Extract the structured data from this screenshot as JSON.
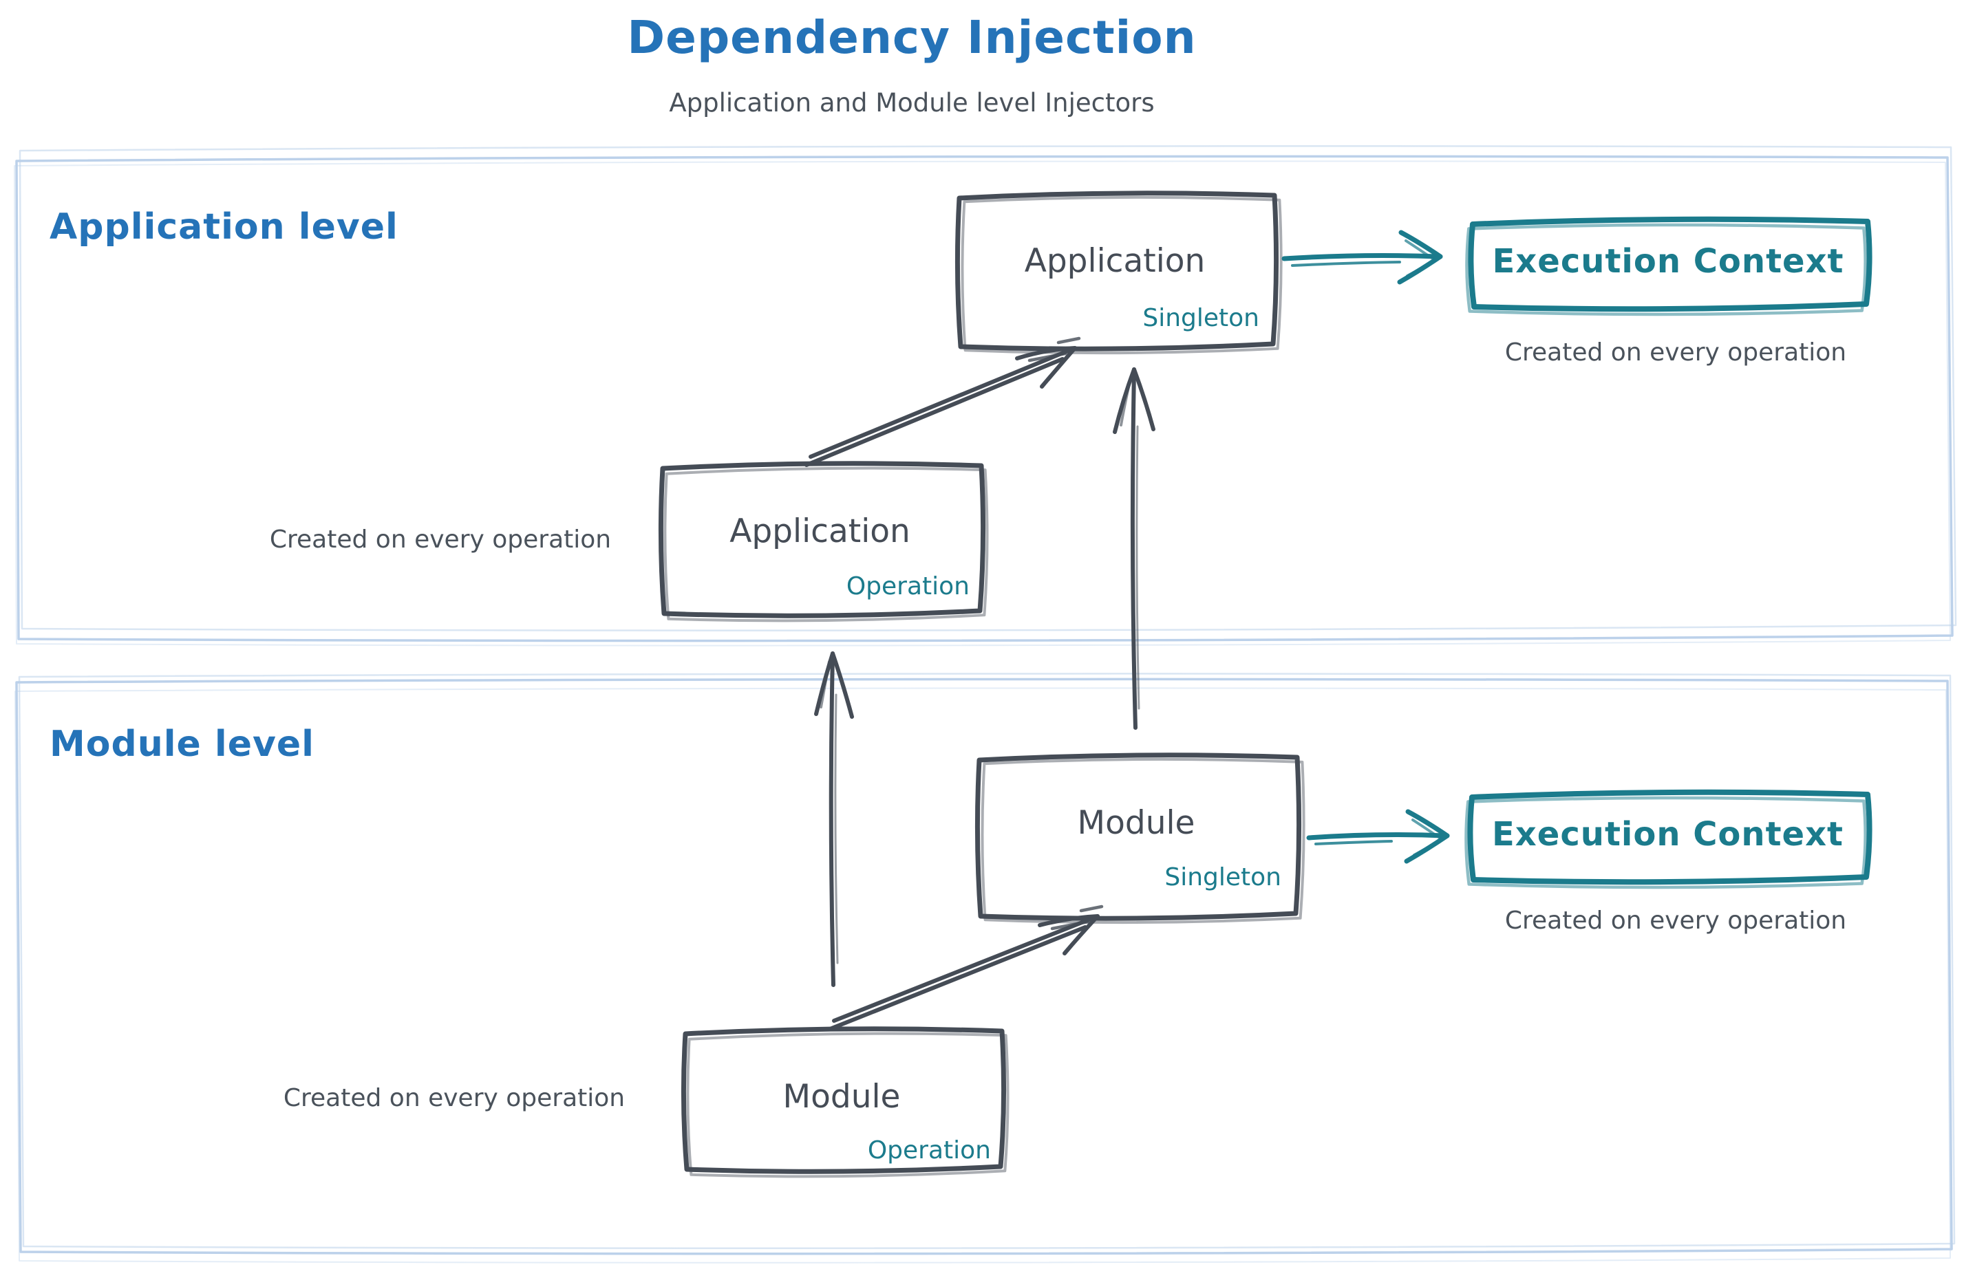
{
  "title": "Dependency Injection",
  "subtitle": "Application and Module level Injectors",
  "colors": {
    "heading_blue": "#2573b8",
    "sketch_dark": "#454c56",
    "teal": "#1b7b8c",
    "container_border": "#bcd1ea",
    "caption_gray": "#4a525b"
  },
  "application_level": {
    "label": "Application level",
    "singleton_box": {
      "title": "Application",
      "scope": "Singleton"
    },
    "operation_box": {
      "title": "Application",
      "scope": "Operation"
    },
    "operation_caption": "Created on every operation",
    "execution_context": {
      "title": "Execution Context",
      "caption": "Created on every operation"
    }
  },
  "module_level": {
    "label": "Module level",
    "singleton_box": {
      "title": "Module",
      "scope": "Singleton"
    },
    "operation_box": {
      "title": "Module",
      "scope": "Operation"
    },
    "operation_caption": "Created on every operation",
    "execution_context": {
      "title": "Execution Context",
      "caption": "Created on every operation"
    }
  }
}
